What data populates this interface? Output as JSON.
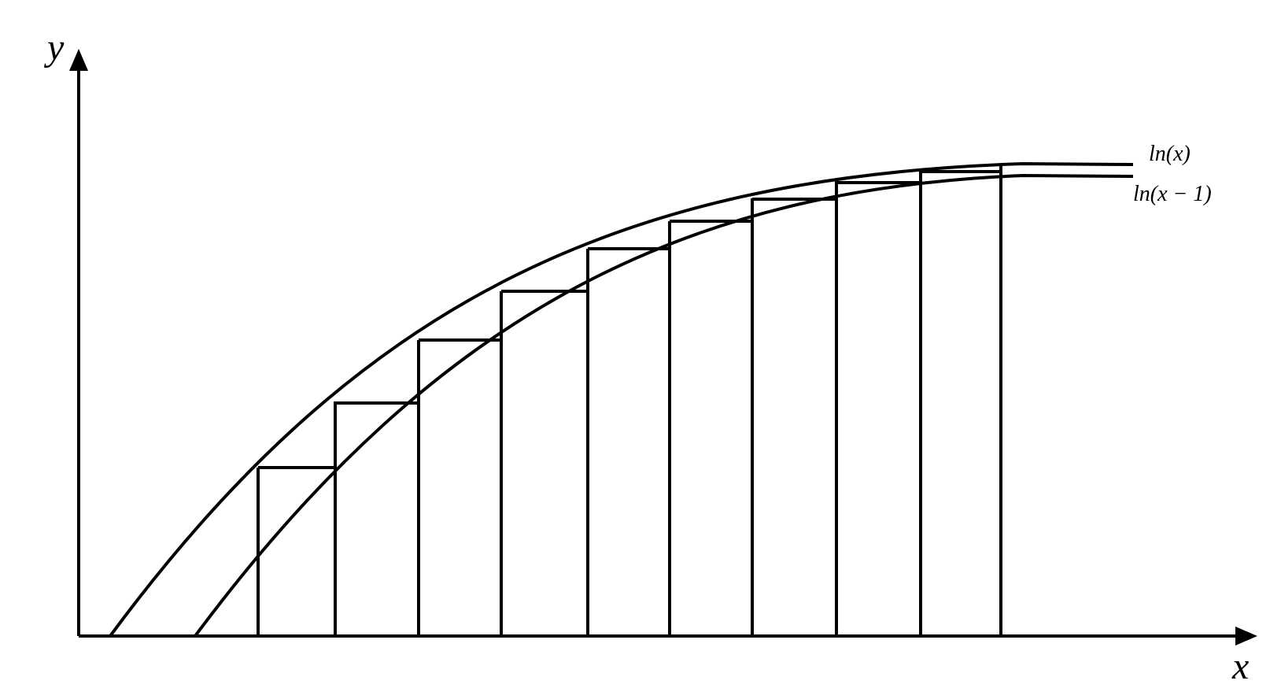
{
  "diagram": {
    "x_axis_label": "x",
    "y_axis_label": "y",
    "curves": [
      {
        "label": "ln(x)"
      },
      {
        "label": "ln(x − 1)"
      }
    ],
    "stroke_color": "#000000",
    "background_color": "#ffffff"
  }
}
